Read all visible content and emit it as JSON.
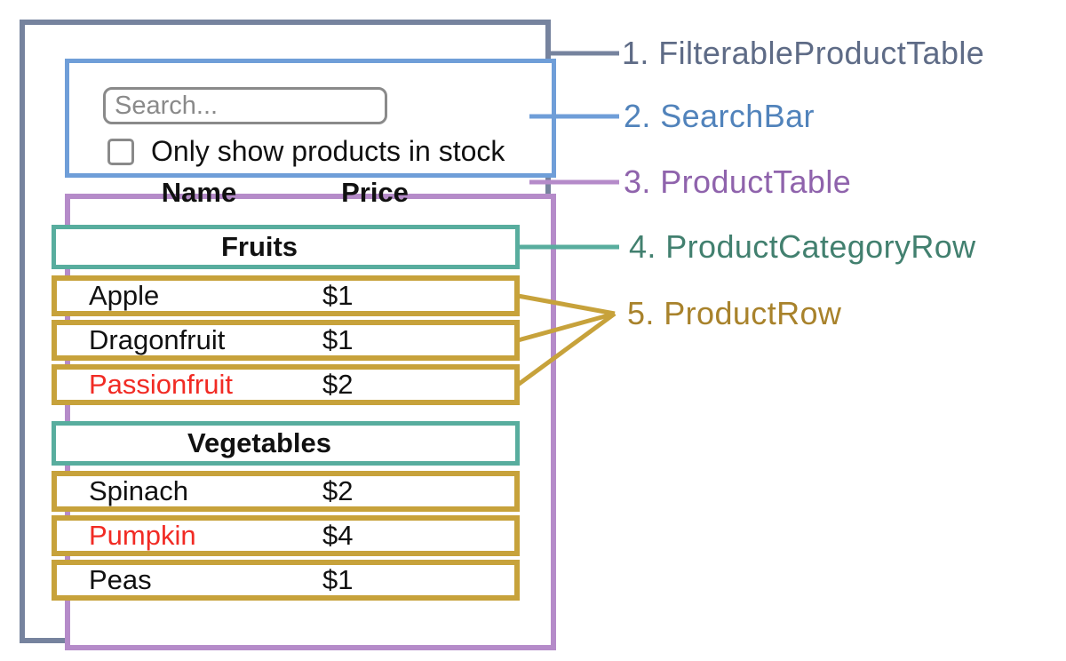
{
  "colors": {
    "slate": "#76839E",
    "blue": "#6F9ED8",
    "purple": "#B58BC9",
    "teal": "#58AD9E",
    "gold": "#C7A23B",
    "slate_text": "#5E6B86",
    "blue_text": "#5183BB",
    "purple_text": "#8F63AC",
    "teal_text": "#42806F",
    "gold_text": "#A8822B",
    "out_of_stock_red": "#F12B24",
    "in_stock_black": "#111111"
  },
  "search_bar": {
    "input_placeholder": "Search...",
    "checkbox_label": "Only show products in stock"
  },
  "product_table": {
    "name_header": "Name",
    "price_header": "Price",
    "categories": [
      {
        "label": "Fruits"
      },
      {
        "label": "Vegetables"
      }
    ],
    "rows": [
      {
        "name": "Apple",
        "price": "$1",
        "name_color": "#111111"
      },
      {
        "name": "Dragonfruit",
        "price": "$1",
        "name_color": "#111111"
      },
      {
        "name": "Passionfruit",
        "price": "$2",
        "name_color": "#F12B24"
      },
      {
        "name": "Spinach",
        "price": "$2",
        "name_color": "#111111"
      },
      {
        "name": "Pumpkin",
        "price": "$4",
        "name_color": "#F12B24"
      },
      {
        "name": "Peas",
        "price": "$1",
        "name_color": "#111111"
      }
    ]
  },
  "annotations": [
    {
      "text": "1. FilterableProductTable",
      "color": "#5E6B86"
    },
    {
      "text": "2. SearchBar",
      "color": "#5183BB"
    },
    {
      "text": "3. ProductTable",
      "color": "#8F63AC"
    },
    {
      "text": "4. ProductCategoryRow",
      "color": "#42806F"
    },
    {
      "text": "5. ProductRow",
      "color": "#A8822B"
    }
  ]
}
